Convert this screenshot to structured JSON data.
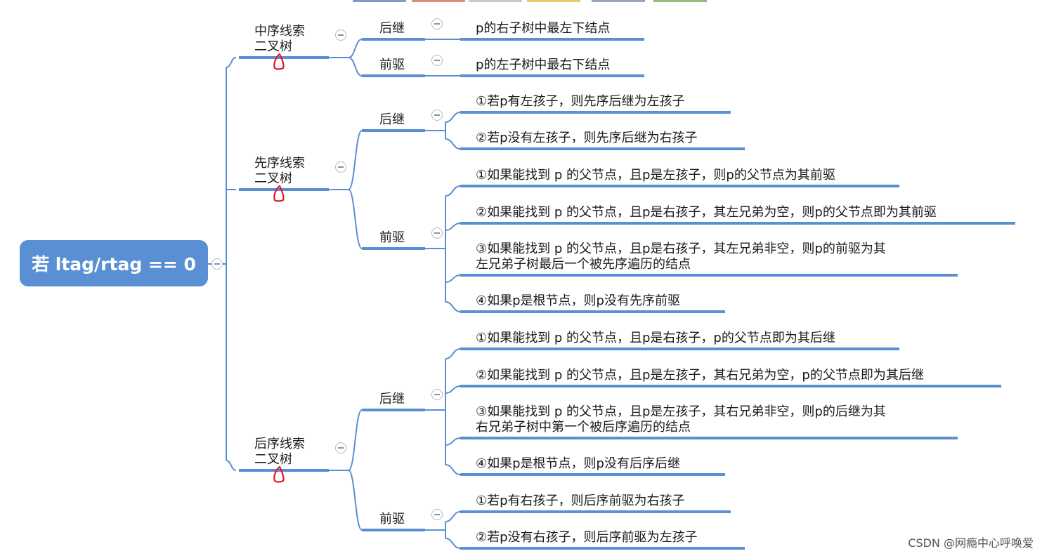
{
  "root": {
    "label": "若 ltag/rtag == 0"
  },
  "branches": [
    {
      "title": "中序线索\n二叉树",
      "relations": [
        {
          "label": "后继",
          "items": [
            "p的右子树中最左下结点"
          ]
        },
        {
          "label": "前驱",
          "items": [
            "p的左子树中最右下结点"
          ]
        }
      ]
    },
    {
      "title": "先序线索\n二叉树",
      "relations": [
        {
          "label": "后继",
          "items": [
            "①若p有左孩子，则先序后继为左孩子",
            "②若p没有左孩子，则先序后继为右孩子"
          ]
        },
        {
          "label": "前驱",
          "items": [
            "①如果能找到 p 的父节点，且p是左孩子，则p的父节点为其前驱",
            "②如果能找到 p 的父节点，且p是右孩子，其左兄弟为空，则p的父节点即为其前驱",
            "③如果能找到 p 的父节点，且p是右孩子，其左兄弟非空，则p的前驱为其\n左兄弟子树最后一个被先序遍历的结点",
            "④如果p是根节点，则p没有先序前驱"
          ]
        }
      ]
    },
    {
      "title": "后序线索\n二叉树",
      "relations": [
        {
          "label": "后继",
          "items": [
            "①如果能找到 p 的父节点，且p是右孩子，p的父节点即为其后继",
            "②如果能找到 p 的父节点，且p是左孩子，其右兄弟为空，p的父节点即为其后继",
            "③如果能找到 p 的父节点，且p是左孩子，其右兄弟非空，则p的后继为其\n右兄弟子树中第一个被后序遍历的结点",
            "④如果p是根节点，则p没有后序后继"
          ]
        },
        {
          "label": "前驱",
          "items": [
            "①若p有右孩子，则后序前驱为右孩子",
            "②若p没有右孩子，则后序前驱为左孩子"
          ]
        }
      ]
    }
  ],
  "watermark": "CSDN @网瘾中心呼唤爱",
  "colors": {
    "root_fill": "#5b8fd3",
    "line": "#5b8fd3",
    "underline": "#5b8fd3",
    "annotation": "#e0182d"
  },
  "top_swatches": [
    "#7d9cc8",
    "#e08a7a",
    "#c9c9c9",
    "#e6c96b",
    "#9aa6b8",
    "#8fbf7a"
  ]
}
